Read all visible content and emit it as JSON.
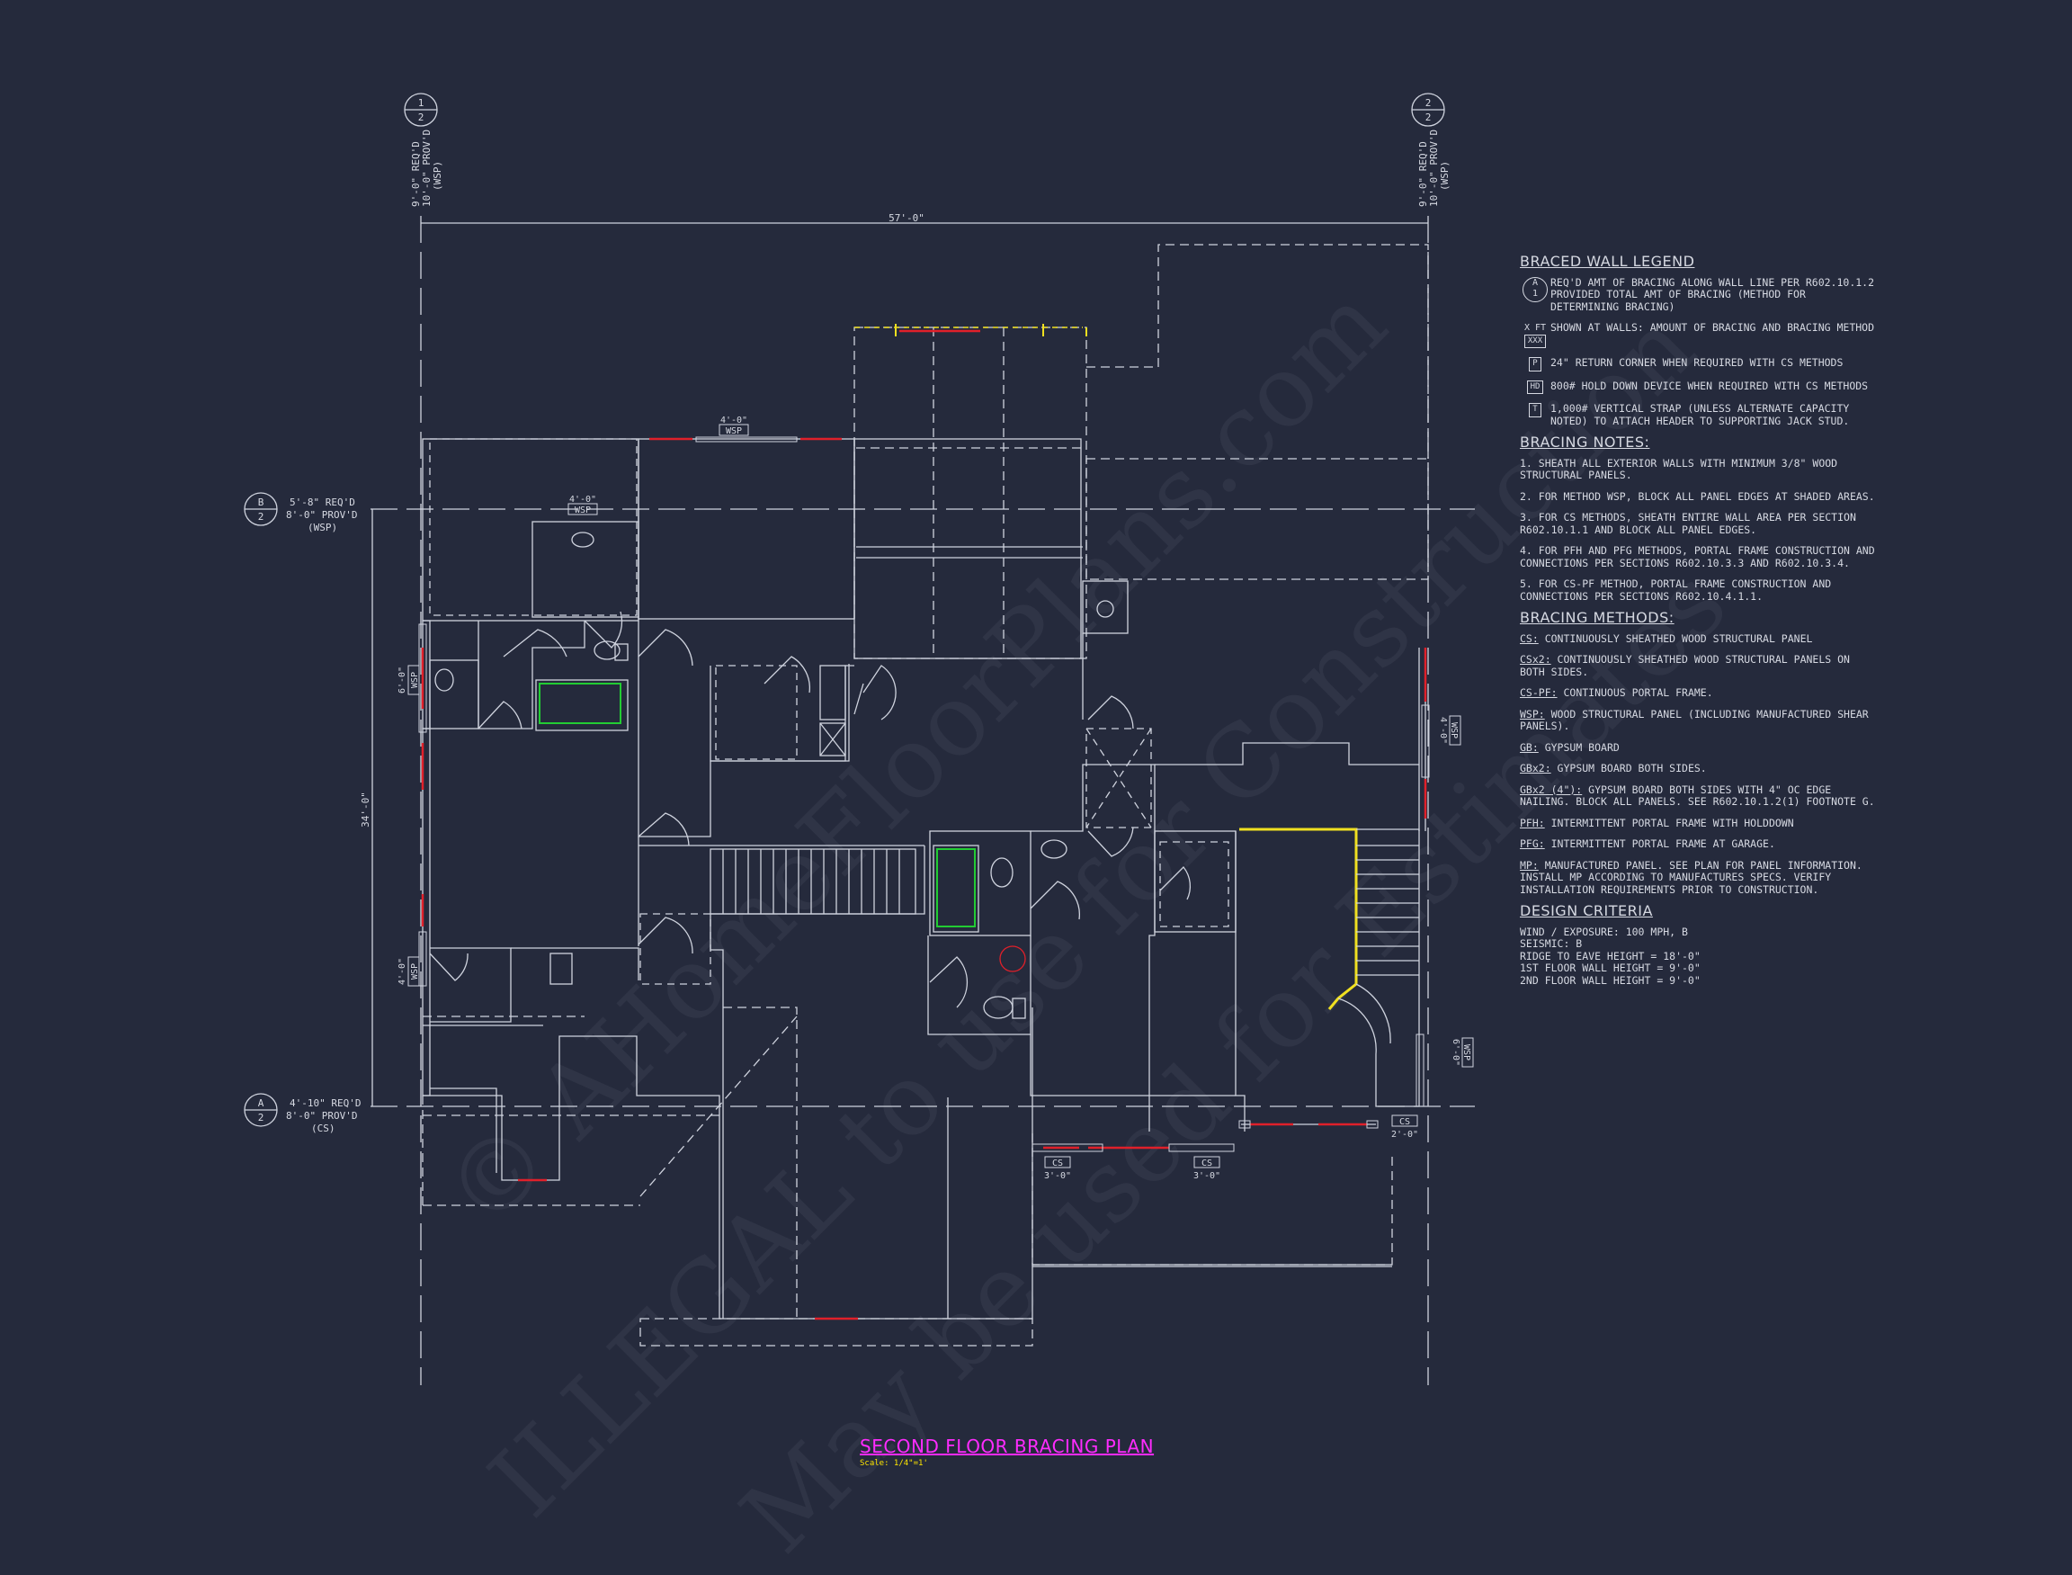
{
  "plan_title": "SECOND FLOOR BRACING PLAN",
  "scale": "Scale: 1/4\"=1'",
  "watermark_lines": [
    "© AHomeFloorPlans.com",
    "ILLEGAL to use for Construction",
    "May be used for Estimates"
  ],
  "dimensions": {
    "overall_width": "57'-0\"",
    "overall_depth": "34'-0\""
  },
  "wall_lines": {
    "line_1": {
      "num": "1",
      "sheet": "2",
      "req": "9'-0\" REQ'D",
      "prov": "10'-0\" PROV'D",
      "method": "(WSP)"
    },
    "line_2": {
      "num": "2",
      "sheet": "2",
      "req": "9'-0\" REQ'D",
      "prov": "10'-0\" PROV'D",
      "method": "(WSP)"
    },
    "line_b": {
      "num": "B",
      "sheet": "2",
      "req": "5'-8\" REQ'D",
      "prov": "8'-0\" PROV'D",
      "method": "(WSP)"
    },
    "line_a": {
      "num": "A",
      "sheet": "2",
      "req": "4'-10\" REQ'D",
      "prov": "8'-0\" PROV'D",
      "method": "(CS)"
    }
  },
  "panel_tags": {
    "top_wsp": {
      "len": "4'-0\"",
      "method": "WSP"
    },
    "bath_wsp": {
      "len": "4'-0\"",
      "method": "WSP"
    },
    "left_upper": {
      "len": "6'-0\"",
      "method": "WSP"
    },
    "left_lower": {
      "len": "4'-0\"",
      "method": "WSP"
    },
    "right_upper": {
      "len": "4'-0\"",
      "method": "WSP"
    },
    "right_lower": {
      "len": "6'-0\"",
      "method": "WSP"
    },
    "bottom_cs1": {
      "len": "3'-0\"",
      "method": "CS"
    },
    "bottom_cs2": {
      "len": "3'-0\"",
      "method": "CS"
    },
    "bottom_cs3": {
      "len": "2'-0\"",
      "method": "CS"
    }
  },
  "legend": {
    "title": "BRACED WALL LEGEND",
    "items": [
      {
        "sym_top": "A",
        "sym_bottom": "1",
        "text": "REQ'D AMT OF BRACING ALONG WALL LINE PER R602.10.1.2 PROVIDED TOTAL AMT OF BRACING (METHOD FOR DETERMINING BRACING)"
      },
      {
        "sym_top": "X FT",
        "sym_bottom": "XXX",
        "text": "SHOWN AT WALLS: AMOUNT OF BRACING AND BRACING METHOD"
      },
      {
        "sym_top": "P",
        "sym_bottom": "",
        "text": "24\" RETURN CORNER WHEN REQUIRED WITH CS METHODS"
      },
      {
        "sym_top": "HD",
        "sym_bottom": "",
        "text": "800# HOLD DOWN DEVICE WHEN REQUIRED WITH CS METHODS"
      },
      {
        "sym_top": "T",
        "sym_bottom": "",
        "text": "1,000# VERTICAL STRAP (UNLESS ALTERNATE CAPACITY NOTED) TO ATTACH HEADER TO SUPPORTING JACK STUD."
      }
    ]
  },
  "bracing_notes": {
    "title": "BRACING NOTES:",
    "items": [
      "1. SHEATH ALL EXTERIOR WALLS WITH MINIMUM 3/8\" WOOD STRUCTURAL PANELS.",
      "2. FOR METHOD WSP, BLOCK ALL PANEL EDGES AT SHADED AREAS.",
      "3. FOR CS METHODS, SHEATH ENTIRE WALL AREA PER SECTION R602.10.1.1 AND BLOCK ALL PANEL EDGES.",
      "4. FOR PFH AND PFG METHODS, PORTAL FRAME CONSTRUCTION AND CONNECTIONS PER SECTIONS R602.10.3.3 AND R602.10.3.4.",
      "5. FOR CS-PF METHOD, PORTAL FRAME CONSTRUCTION AND CONNECTIONS PER SECTIONS R602.10.4.1.1."
    ]
  },
  "bracing_methods": {
    "title": "BRACING METHODS:",
    "items": [
      {
        "code": "CS:",
        "text": "CONTINUOUSLY SHEATHED WOOD STRUCTURAL PANEL"
      },
      {
        "code": "CSx2:",
        "text": "CONTINUOUSLY SHEATHED WOOD STRUCTURAL PANELS ON BOTH SIDES."
      },
      {
        "code": "CS-PF:",
        "text": "CONTINUOUS PORTAL FRAME."
      },
      {
        "code": "WSP:",
        "text": "WOOD STRUCTURAL PANEL (INCLUDING MANUFACTURED SHEAR PANELS)."
      },
      {
        "code": "GB:",
        "text": "GYPSUM BOARD"
      },
      {
        "code": "GBx2:",
        "text": "GYPSUM BOARD BOTH SIDES."
      },
      {
        "code": "GBx2 (4\"):",
        "text": "GYPSUM BOARD BOTH SIDES WITH 4\" OC EDGE NAILING. BLOCK ALL PANELS. SEE R602.10.1.2(1) FOOTNOTE G."
      },
      {
        "code": "PFH:",
        "text": "INTERMITTENT PORTAL FRAME WITH HOLDDOWN"
      },
      {
        "code": "PFG:",
        "text": "INTERMITTENT PORTAL FRAME AT GARAGE."
      },
      {
        "code": "MP:",
        "text": "MANUFACTURED PANEL. SEE PLAN FOR PANEL INFORMATION. INSTALL MP ACCORDING TO MANUFACTURES SPECS. VERIFY INSTALLATION REQUIREMENTS PRIOR TO CONSTRUCTION."
      }
    ]
  },
  "design_criteria": {
    "title": "DESIGN CRITERIA",
    "items": [
      "WIND / EXPOSURE: 100 MPH, B",
      "SEISMIC: B",
      "RIDGE TO EAVE HEIGHT = 18'-0\"",
      "1ST FLOOR WALL HEIGHT = 9'-0\"",
      "2ND FLOOR WALL HEIGHT = 9'-0\""
    ]
  },
  "colors": {
    "background": "#252a3c",
    "linework": "#d6d9e2",
    "bracing_red": "#e0202a",
    "highlight_yellow": "#f0e020",
    "title_magenta": "#ff2bff",
    "tub_green": "#22cc33"
  }
}
